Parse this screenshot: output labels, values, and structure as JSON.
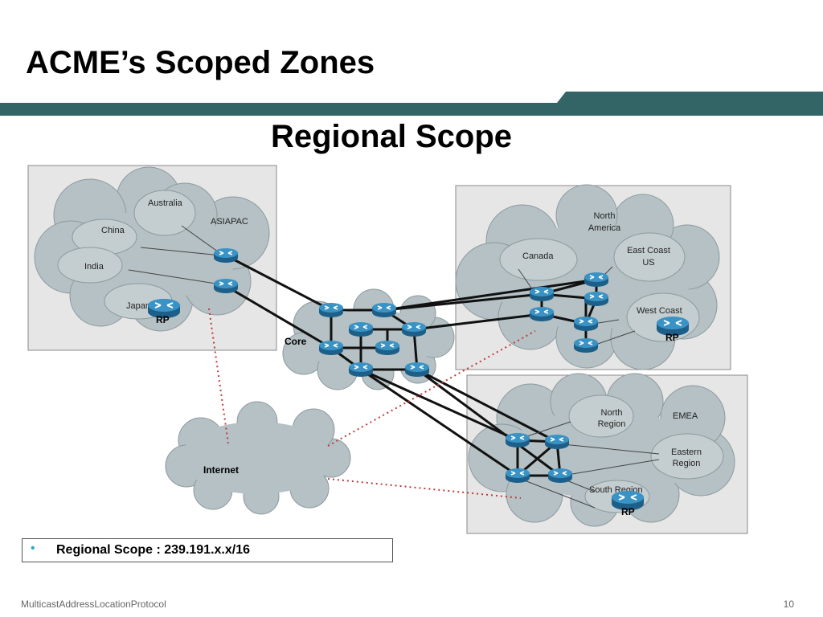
{
  "slide": {
    "title": "ACME’s Scoped Zones",
    "subtitle": "Regional Scope",
    "footer_left": "MulticastAddressLocationProtocol",
    "page_number": "10"
  },
  "colors": {
    "teal_bar": "#346566",
    "panel_bg": "#e6e6e6",
    "cloud_fill": "#b5c1c4",
    "router_blue": "#2a7eb0",
    "multicast_link": "#b0b0b0",
    "internet_link": "#c0393b",
    "bullet_accent": "#2aa9c8"
  },
  "diagram": {
    "asiapac": {
      "zone_label": "ASIAPAC",
      "sites": [
        "Australia",
        "China",
        "India",
        "Japan"
      ],
      "rp_label": "RP"
    },
    "core": {
      "label": "Core"
    },
    "north_america": {
      "zone_label": "North America",
      "sites": [
        "Canada",
        "East Coast US",
        "West Coast"
      ],
      "rp_label": "RP"
    },
    "emea": {
      "zone_label": "EMEA",
      "sites": [
        "North Region",
        "Eastern Region",
        "South Region"
      ],
      "rp_label": "RP"
    },
    "internet": {
      "label": "Internet"
    }
  },
  "bullet": {
    "text": "Regional Scope : 239.191.x.x/16"
  }
}
